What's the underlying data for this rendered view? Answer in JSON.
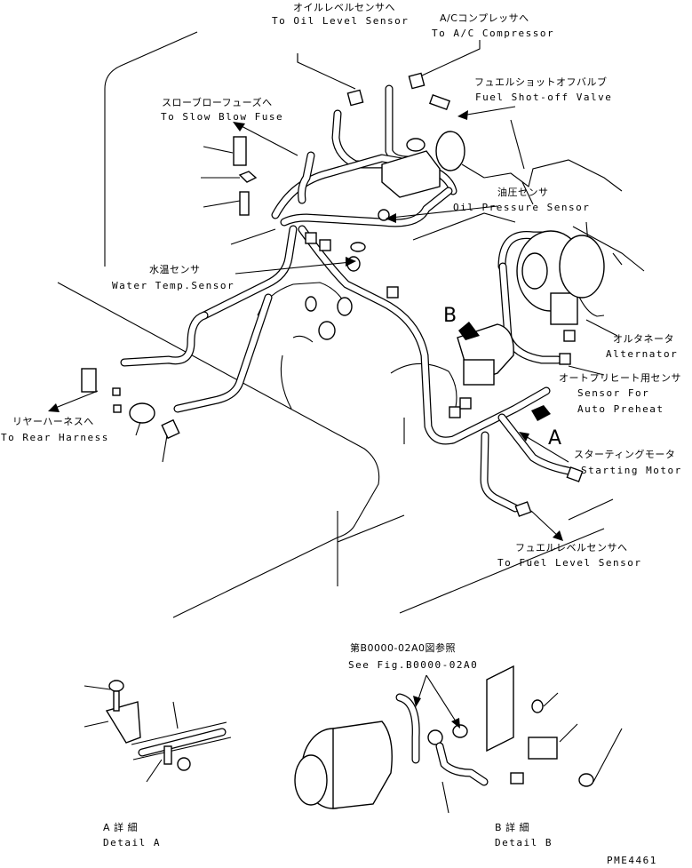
{
  "labels": {
    "oil_level_jp": "オイルレベルセンサへ",
    "oil_level_en": "To Oil Level Sensor",
    "ac_jp": "A/Cコンプレッサへ",
    "ac_en": "To A/C Compressor",
    "fuel_shutoff_jp": "フュエルショットオフバルブ",
    "fuel_shutoff_en": "Fuel Shot-off Valve",
    "slow_blow_jp": "スローブローフューズへ",
    "slow_blow_en": "To Slow Blow Fuse",
    "oil_pressure_jp": "油圧センサ",
    "oil_pressure_en": "Oil Pressure Sensor",
    "water_temp_jp": "水温センサ",
    "water_temp_en": "Water Temp.Sensor",
    "alternator_jp": "オルタネータ",
    "alternator_en": "Alternator",
    "auto_preheat_jp": "オートプリヒート用センサ",
    "auto_preheat_en1": "Sensor For",
    "auto_preheat_en2": "Auto Preheat",
    "rear_harness_jp": "リヤーハーネスへ",
    "rear_harness_en": "To Rear Harness",
    "starting_motor_jp": "スターティングモータ",
    "starting_motor_en": "Starting Motor",
    "fuel_level_jp": "フュエルレベルセンサへ",
    "fuel_level_en": "To Fuel Level Sensor",
    "see_fig_jp": "第B0000-02A0図参照",
    "see_fig_en": "See Fig.B0000-02A0",
    "detail_a_jp": "A 詳 細",
    "detail_a_en": "Detail A",
    "detail_b_jp": "B 詳 細",
    "detail_b_en": "Detail B",
    "marker_a": "A",
    "marker_b": "B",
    "drawing_no": "PME4461"
  }
}
